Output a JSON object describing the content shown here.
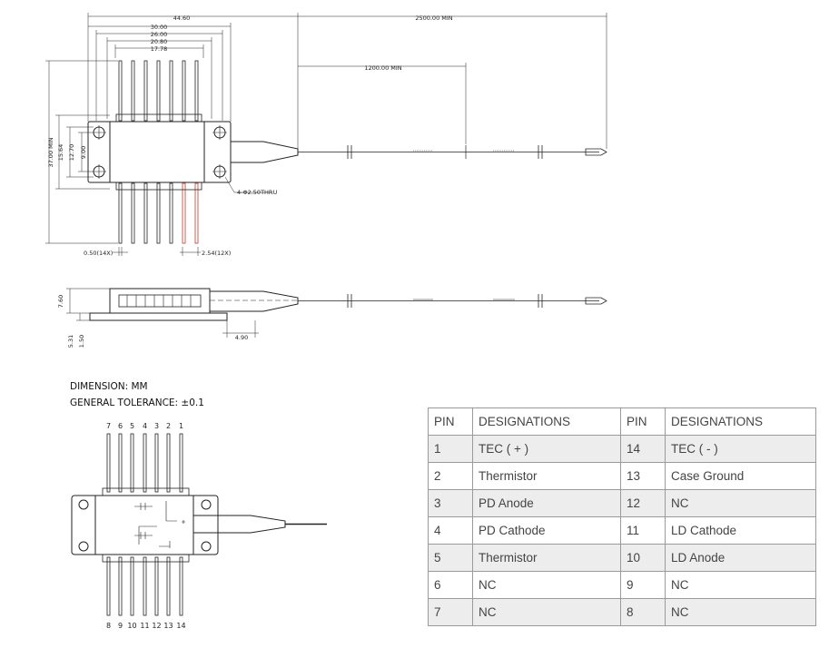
{
  "dimensions": {
    "d_44_60": "44.60",
    "d_30_00": "30.00",
    "d_26_00": "26.00",
    "d_20_80": "20.80",
    "d_17_78": "17.78",
    "d_2500_min": "2500.00 MIN",
    "d_1200_min": "1200.00 MIN",
    "d_37_min": "37.00 MIN",
    "d_15_64": "15.64",
    "d_12_70": "12.70",
    "d_9_00": "9.00",
    "holes": "4-Φ2.50THRU",
    "pin_dia": "0.50(14X)",
    "pin_pitch": "2.54(12X)",
    "d_7_60": "7.60",
    "d_5_31": "5.31",
    "d_1_50": "1.50",
    "d_4_90": "4.90"
  },
  "notes": {
    "dimension": "DIMENSION: MM",
    "tolerance": "GENERAL TOLERANCE: ±0.1"
  },
  "pin_labels": {
    "top": [
      "7",
      "6",
      "5",
      "4",
      "3",
      "2",
      "1"
    ],
    "bottom": [
      "8",
      "9",
      "10",
      "11",
      "12",
      "13",
      "14"
    ]
  },
  "table": {
    "headers": [
      "PIN",
      "DESIGNATIONS",
      "PIN",
      "DESIGNATIONS"
    ],
    "rows": [
      [
        "1",
        "TEC ( + )",
        "14",
        "TEC ( - )"
      ],
      [
        "2",
        "Thermistor",
        "13",
        "Case Ground"
      ],
      [
        "3",
        "PD Anode",
        "12",
        "NC"
      ],
      [
        "4",
        "PD Cathode",
        "11",
        "LD Cathode"
      ],
      [
        "5",
        "Thermistor",
        "10",
        "LD Anode"
      ],
      [
        "6",
        "NC",
        "9",
        "NC"
      ],
      [
        "7",
        "NC",
        "8",
        "NC"
      ]
    ]
  }
}
